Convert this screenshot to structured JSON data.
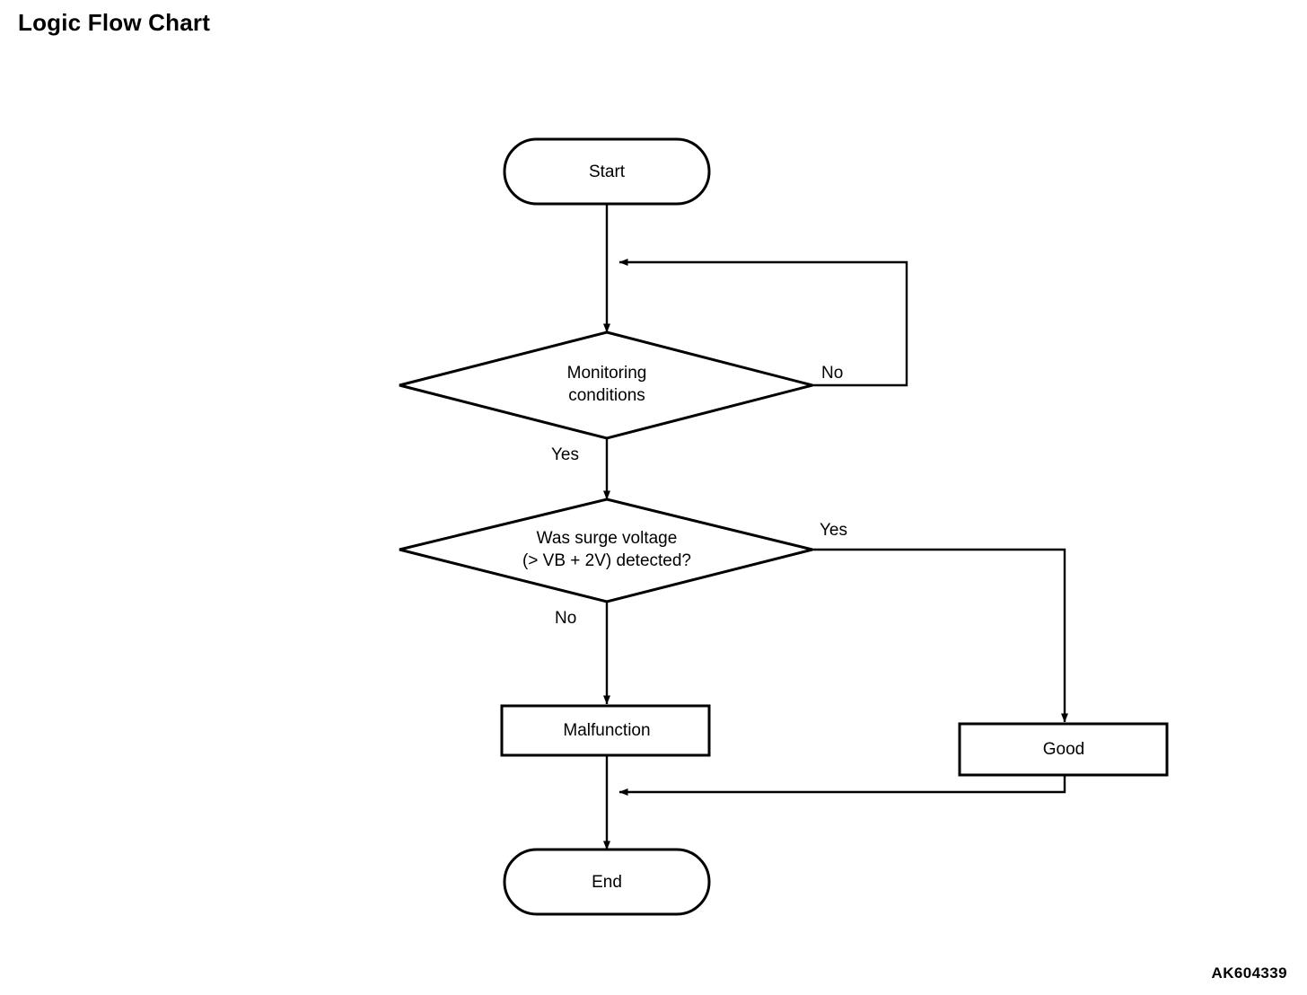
{
  "page": {
    "title": "Logic Flow Chart",
    "figure_code": "AK604339",
    "background_color": "#ffffff",
    "ink_color": "#000000"
  },
  "chart_data": {
    "type": "diagram",
    "diagram_kind": "flowchart",
    "title": "Logic Flow Chart",
    "orientation": "top-to-bottom",
    "nodes": [
      {
        "id": "start",
        "shape": "stadium",
        "label": "Start"
      },
      {
        "id": "monitoring",
        "shape": "diamond",
        "label": "Monitoring conditions",
        "label_lines": [
          "Monitoring",
          "conditions"
        ]
      },
      {
        "id": "surge",
        "shape": "diamond",
        "label": "Was surge voltage (> VB + 2V) detected?",
        "label_lines": [
          "Was surge voltage",
          "(> VB + 2V) detected?"
        ]
      },
      {
        "id": "malfunction",
        "shape": "rectangle",
        "label": "Malfunction"
      },
      {
        "id": "good",
        "shape": "rectangle",
        "label": "Good"
      },
      {
        "id": "end",
        "shape": "stadium",
        "label": "End"
      }
    ],
    "edges": [
      {
        "from": "start",
        "to": "monitoring",
        "label": ""
      },
      {
        "from": "monitoring",
        "to": "monitoring",
        "label": "No",
        "route": "right-up-left-loop"
      },
      {
        "from": "monitoring",
        "to": "surge",
        "label": "Yes"
      },
      {
        "from": "surge",
        "to": "good",
        "label": "Yes",
        "route": "right-down"
      },
      {
        "from": "surge",
        "to": "malfunction",
        "label": "No"
      },
      {
        "from": "malfunction",
        "to": "end",
        "label": ""
      },
      {
        "from": "good",
        "to": "end",
        "label": "",
        "route": "down-left-merge"
      }
    ],
    "edge_labels": [
      "No",
      "Yes",
      "Yes",
      "No"
    ]
  }
}
